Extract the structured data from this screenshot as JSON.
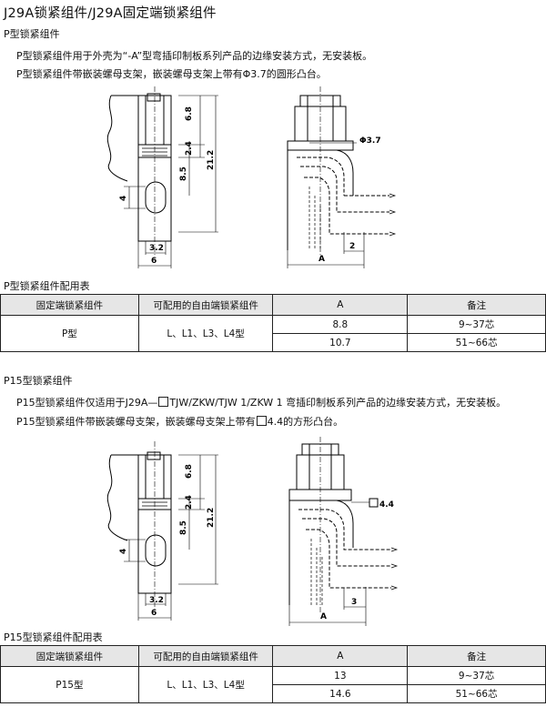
{
  "page_title": "J29A锁紧组件/J29A固定端锁紧组件",
  "p_section": {
    "heading": "P型锁紧组件",
    "line1": "P型锁紧组件用于外壳为“-A”型弯插印制板系列产品的边缘安装方式，无安装板。",
    "line2": "P型锁紧组件带嵌装螺母支架，嵌装螺母支架上带有Φ3.7的圆形凸台。",
    "dims": {
      "d68": "6.8",
      "d24": "2.4",
      "d212": "21.2",
      "d85": "8.5",
      "d4": "4",
      "d32": "3.2",
      "d6": "6",
      "dia": "Φ3.7",
      "dA": "A",
      "d2": "2"
    },
    "table_caption": "P型锁紧组件配用表",
    "table": {
      "headers": [
        "固定端锁紧组件",
        "可配用的自由端锁紧组件",
        "A",
        "备注"
      ],
      "type": "P型",
      "free": "L、L1、L3、L4型",
      "rows": [
        {
          "a": "8.8",
          "note": "9~37芯"
        },
        {
          "a": "10.7",
          "note": "51~66芯"
        }
      ]
    }
  },
  "p15_section": {
    "heading": "P15型锁紧组件",
    "line1a": "P15型锁紧组件仅适用于J29A—",
    "line1b": "TJW/ZKW/TJW 1/ZKW 1 弯插印制板系列产品的边缘安装方式，无安装板。",
    "line2a": "P15型锁紧组件带嵌装螺母支架，嵌装螺母支架上带有",
    "line2b": "4.4的方形凸台。",
    "dims": {
      "d68": "6.8",
      "d24": "2.4",
      "d212": "21.2",
      "d85": "8.5",
      "d4": "4",
      "d32": "3.2",
      "d6": "6",
      "sq": "4.4",
      "dA": "A",
      "d3": "3"
    },
    "table_caption": "P15型锁紧组件配用表",
    "table": {
      "headers": [
        "固定端锁紧组件",
        "可配用的自由端锁紧组件",
        "A",
        "备注"
      ],
      "type": "P15型",
      "free": "L、L1、L3、L4型",
      "rows": [
        {
          "a": "13",
          "note": "9~37芯"
        },
        {
          "a": "14.6",
          "note": "51~66芯"
        }
      ]
    }
  }
}
